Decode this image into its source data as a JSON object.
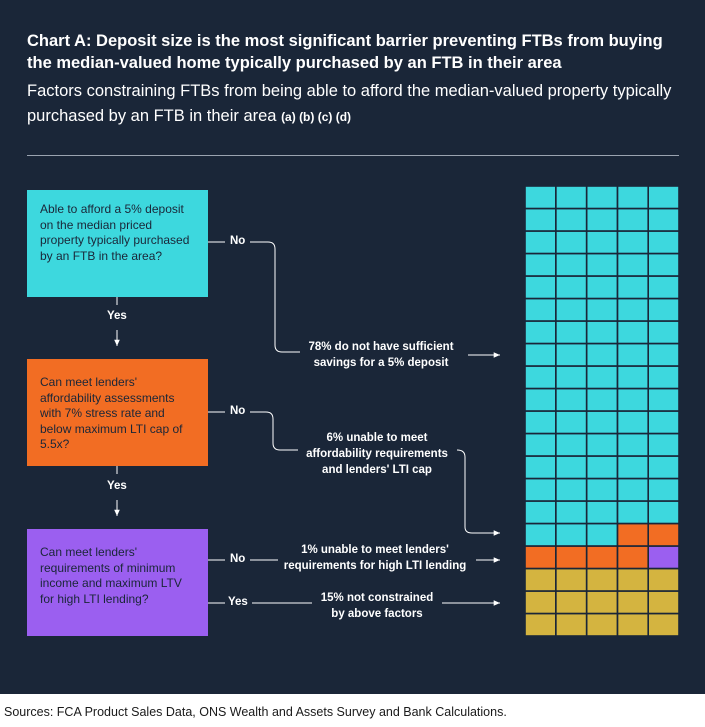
{
  "header": {
    "title": "Chart A: Deposit size is the most significant barrier preventing FTBs from buying the median-valued home typically purchased by an FTB in their area",
    "subtitle": "Factors constraining FTBs from being able to afford the median-valued property typically purchased by an FTB in their area",
    "notes": "(a) (b) (c) (d)"
  },
  "flow": {
    "box1": "Able to afford a 5% deposit on the median priced property typically purchased by an FTB in the area?",
    "box2": "Can meet lenders' affordability assessments with 7% stress rate and below maximum LTI cap of 5.5x?",
    "box3": "Can meet lenders' requirements of minimum income and maximum LTV for high LTI lending?",
    "no": "No",
    "yes": "Yes"
  },
  "chart_data": {
    "type": "waffle",
    "total_squares": 100,
    "columns": 5,
    "categories": [
      {
        "label": "78% do not have sufficient savings for a 5% deposit",
        "value": 78,
        "color": "#3dd8de"
      },
      {
        "label": "6% unable to meet affordability requirements and lenders' LTI cap",
        "value": 6,
        "color": "#f26d23"
      },
      {
        "label": "1% unable to meet lenders' requirements for high LTI lending",
        "value": 1,
        "color": "#9b5ff0"
      },
      {
        "label": "15% not constrained by above factors",
        "value": 15,
        "color": "#d4b440"
      }
    ]
  },
  "annotations": {
    "a1_l1": "78% do not have sufficient",
    "a1_l2": "savings for a 5% deposit",
    "a2_l1": "6% unable to meet",
    "a2_l2": "affordability requirements",
    "a2_l3": "and lenders' LTI cap",
    "a3_l1": "1% unable to meet lenders'",
    "a3_l2": "requirements for high LTI lending",
    "a4_l1": "15% not constrained",
    "a4_l2": "by above factors"
  },
  "footer": {
    "source": "Sources: FCA Product Sales Data, ONS Wealth and Assets Survey and Bank Calculations."
  }
}
